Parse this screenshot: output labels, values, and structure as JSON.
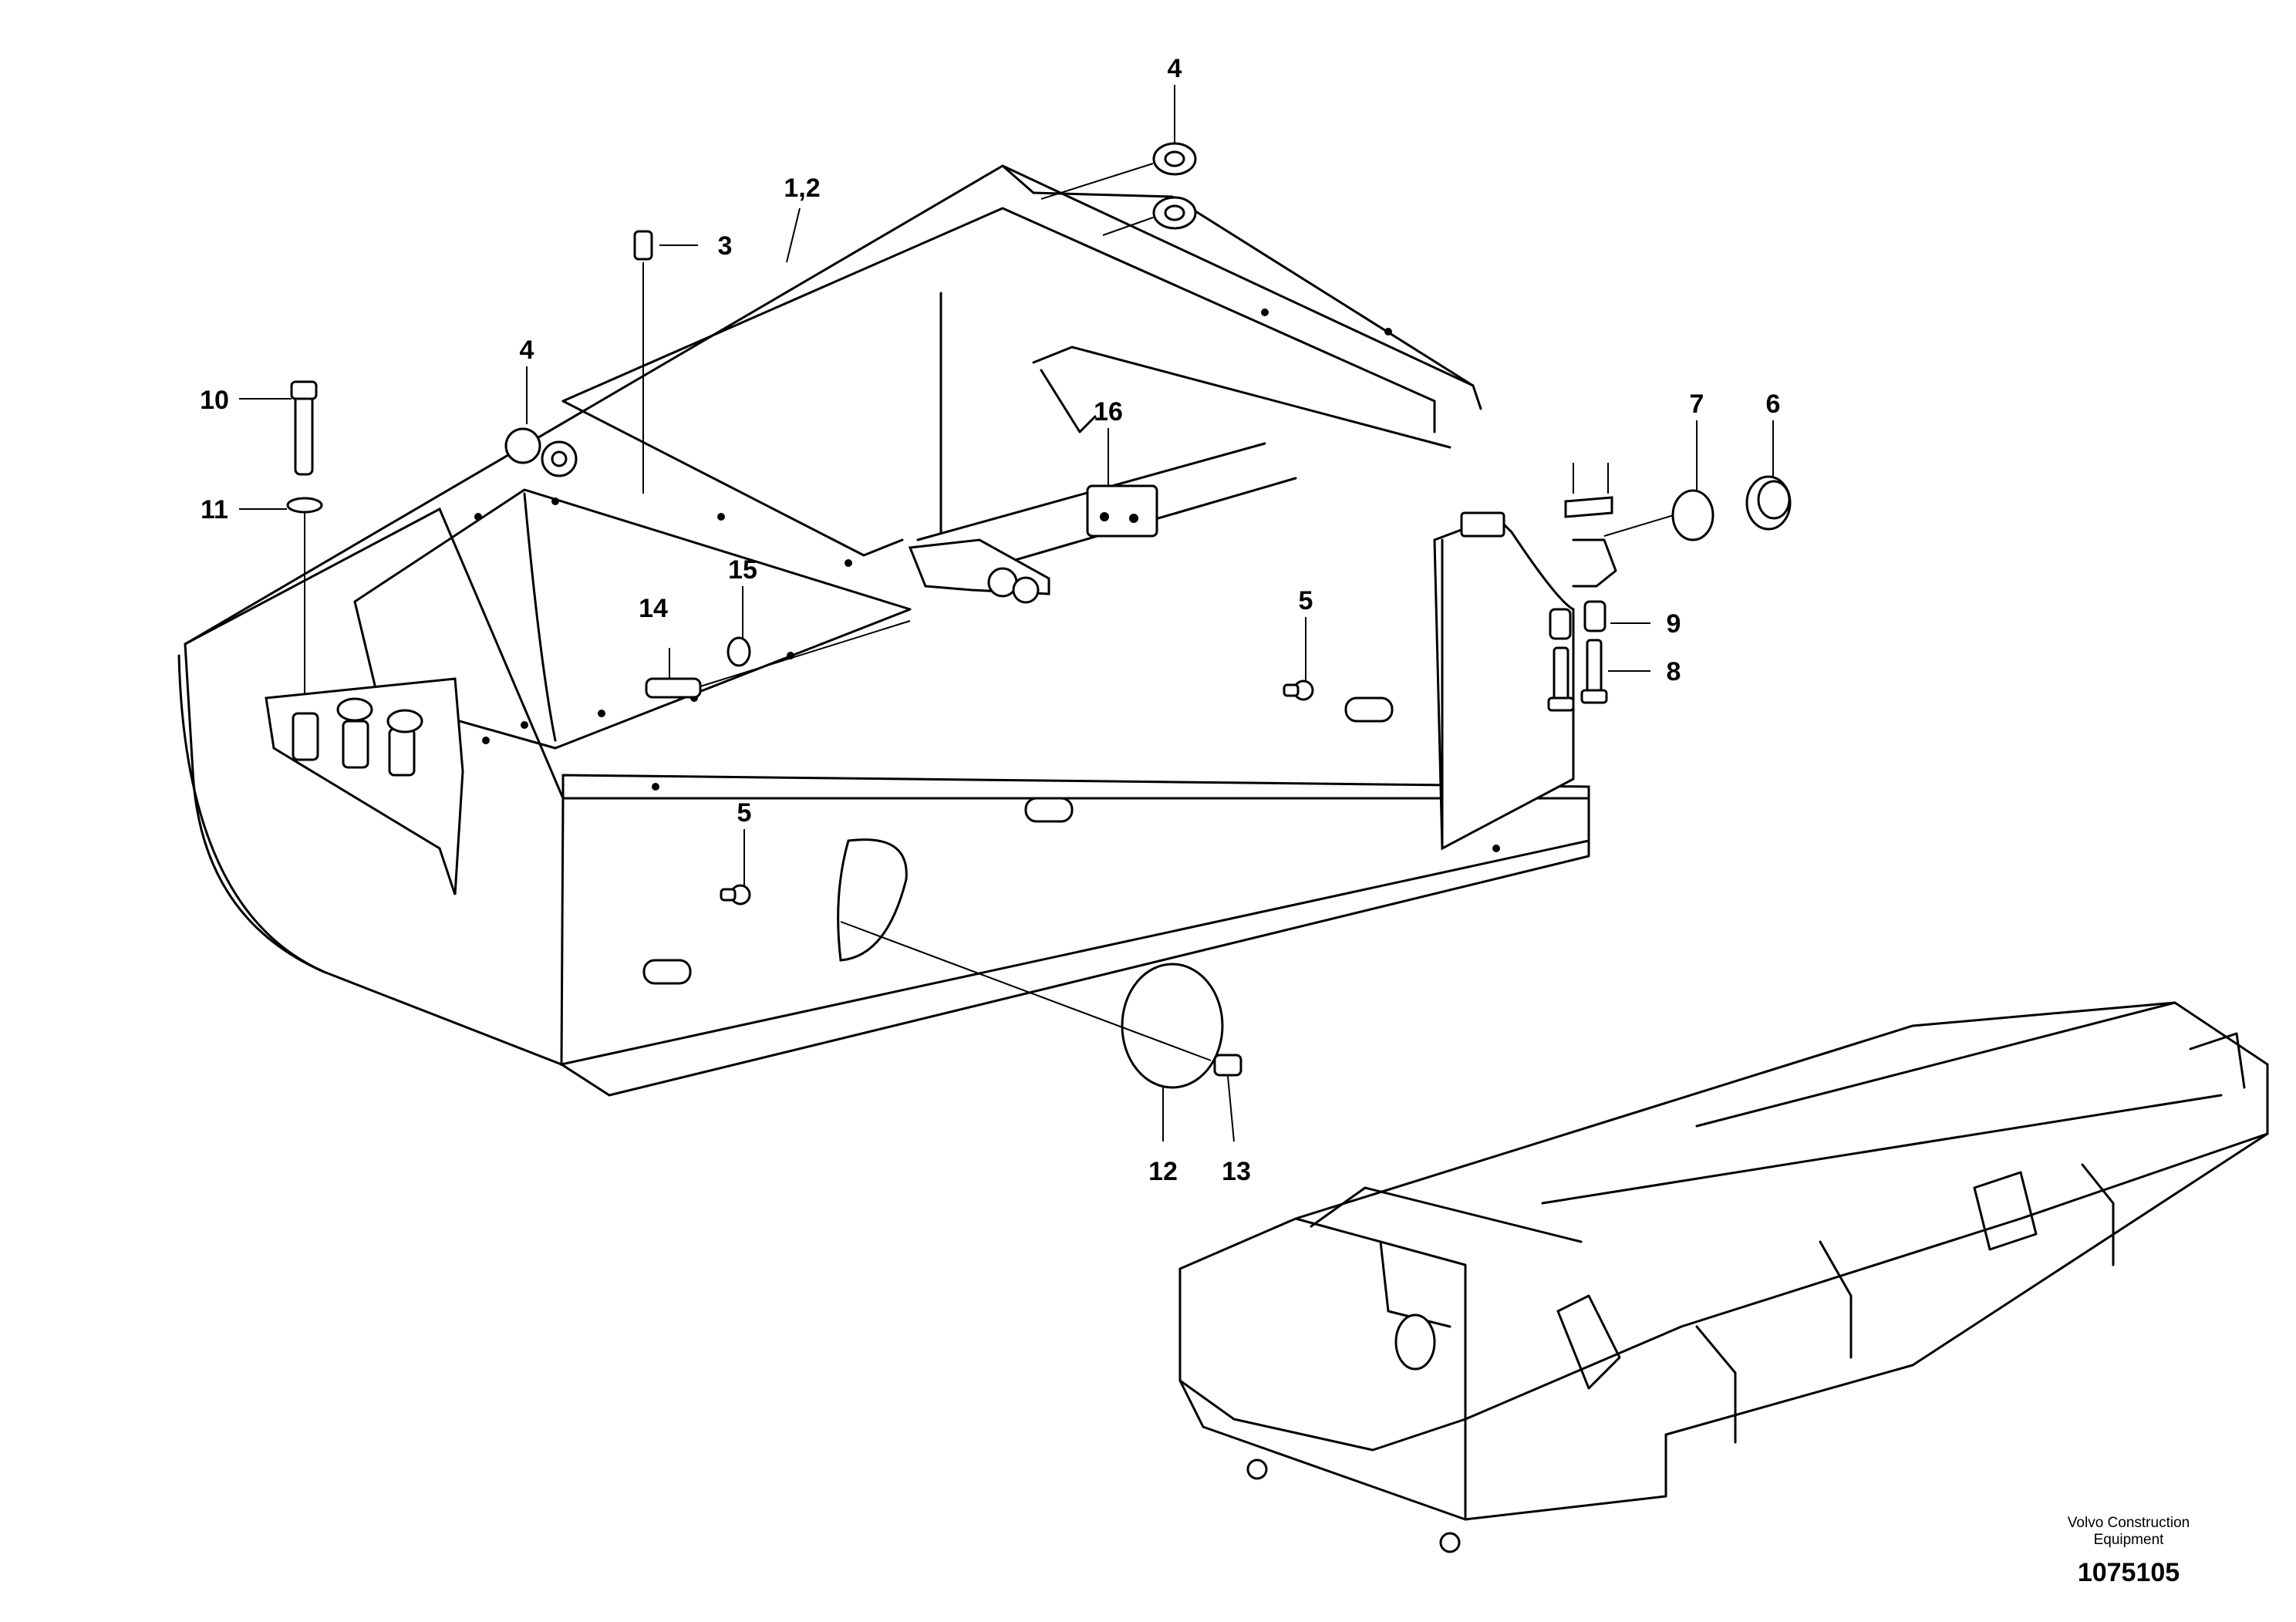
{
  "diagram": {
    "callouts": {
      "c1_2": "1,2",
      "c3": "3",
      "c4_top": "4",
      "c4_left": "4",
      "c5_right": "5",
      "c5_lower": "5",
      "c6": "6",
      "c7": "7",
      "c8": "8",
      "c9": "9",
      "c10": "10",
      "c11": "11",
      "c12": "12",
      "c13": "13",
      "c14": "14",
      "c15": "15",
      "c16": "16"
    }
  },
  "footer": {
    "company_line1": "Volvo Construction",
    "company_line2": "Equipment",
    "drawing_number": "1075105"
  }
}
